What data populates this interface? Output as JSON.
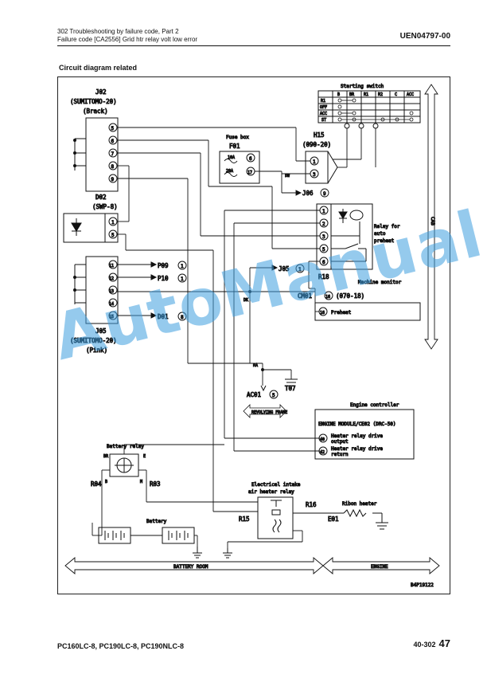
{
  "header": {
    "line1": "302 Troubleshooting by failure code, Part 2",
    "line2": "Failure code [CA2556] Grid htr relay volt low error",
    "doc_code": "UEN04797-00"
  },
  "section_title": "Circuit diagram related",
  "diagram": {
    "j02": [
      "J02",
      "(SUMITOMO-20)",
      "(Brack)"
    ],
    "j02_pins": [
      "5",
      "6",
      "7",
      "8",
      "9"
    ],
    "d02": [
      "D02",
      "(SWP-8)"
    ],
    "d02_pins": [
      "1",
      "5"
    ],
    "j05_pins": [
      "11",
      "12",
      "13",
      "14",
      "15"
    ],
    "j05": [
      "J05",
      "(SUMITOMO-20)",
      "(Pink)"
    ],
    "p09": "P09",
    "p09_pin": "1",
    "p10": "P10",
    "p10_pin": "1",
    "d01": "D01",
    "d01_pin": "8",
    "fuse_box": [
      "Fuse box",
      "F01"
    ],
    "fuse_ratings": [
      "10A",
      "20A"
    ],
    "fuse_pins": [
      "6",
      "17"
    ],
    "h15": [
      "H15",
      "(090-20)"
    ],
    "h15_pins": [
      "1",
      "3"
    ],
    "bw": "BW",
    "j06": "J06",
    "j06_pin": "9",
    "starting_switch": "Starting switch",
    "switch_cols": [
      "B",
      "BR",
      "R1",
      "R2",
      "C",
      "ACC"
    ],
    "switch_rows": [
      "R1",
      "OFF",
      "ACC",
      "ST"
    ],
    "relay_label": [
      "Relay for",
      "auto",
      "preheat"
    ],
    "r18": "R18",
    "r18_pins": [
      "1",
      "2",
      "3",
      "5",
      "6"
    ],
    "cab": "CAB",
    "j05_conn": "J05",
    "j05_conn_pin": "1",
    "dk": "DK",
    "machine_monitor": "Machine monitor",
    "cm01": "CM01",
    "cm01_pin": "16",
    "cm01_spec": "(070-18)",
    "preheat_pin": "16",
    "preheat": "Preheat",
    "ra": "RA",
    "ac01": "AC01",
    "ac01_pin": "5",
    "t07": "T07",
    "revolving_frame": "REVOLVING FRAME",
    "engine_controller": "Engine controller",
    "engine_module": "ENGINE MODULE/CE02 (DRC-50)",
    "ec_pins": [
      "40",
      "42"
    ],
    "ec_sig1": [
      "Heater relay drive",
      "output"
    ],
    "ec_sig2": [
      "Heater relay drive",
      "return"
    ],
    "battery_relay": "Battery relay",
    "br": "BR",
    "e": "E",
    "b": "B",
    "m": "M",
    "r04": "R04",
    "r03": "R03",
    "battery": "Battery",
    "intake_heater_relay": [
      "Electrical intake",
      "air heater relay"
    ],
    "r16": "R16",
    "r15": "R15",
    "ribon_heater": "Ribon heater",
    "e01": "E01",
    "battery_room": "BATTERY ROOM",
    "engine": "ENGINE",
    "fig_code": "B4P19122"
  },
  "watermark": "AutoManual",
  "footer": {
    "models": "PC160LC-8, PC190LC-8, PC190NLC-8",
    "page_ref": "40-302",
    "page_num": "47"
  }
}
